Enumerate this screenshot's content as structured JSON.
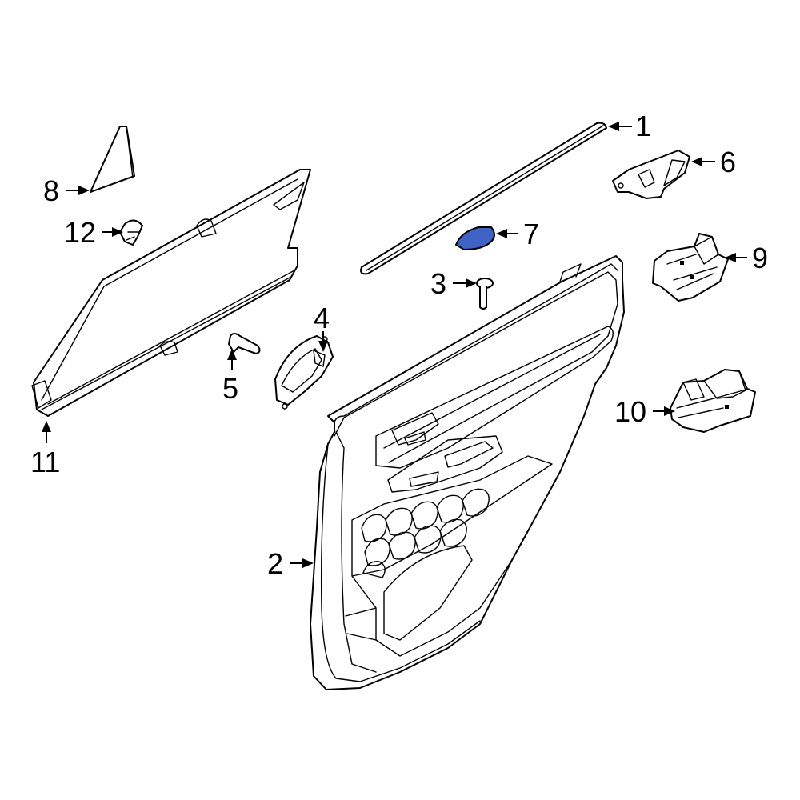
{
  "diagram": {
    "highlight_color": "#3f63c4",
    "line_color": "#000000",
    "background_color": "#ffffff",
    "callouts": [
      {
        "id": "1",
        "label": "1"
      },
      {
        "id": "2",
        "label": "2"
      },
      {
        "id": "3",
        "label": "3"
      },
      {
        "id": "4",
        "label": "4"
      },
      {
        "id": "5",
        "label": "5"
      },
      {
        "id": "6",
        "label": "6"
      },
      {
        "id": "7",
        "label": "7",
        "highlighted": true
      },
      {
        "id": "8",
        "label": "8"
      },
      {
        "id": "9",
        "label": "9"
      },
      {
        "id": "10",
        "label": "10"
      },
      {
        "id": "11",
        "label": "11"
      },
      {
        "id": "12",
        "label": "12"
      }
    ]
  }
}
